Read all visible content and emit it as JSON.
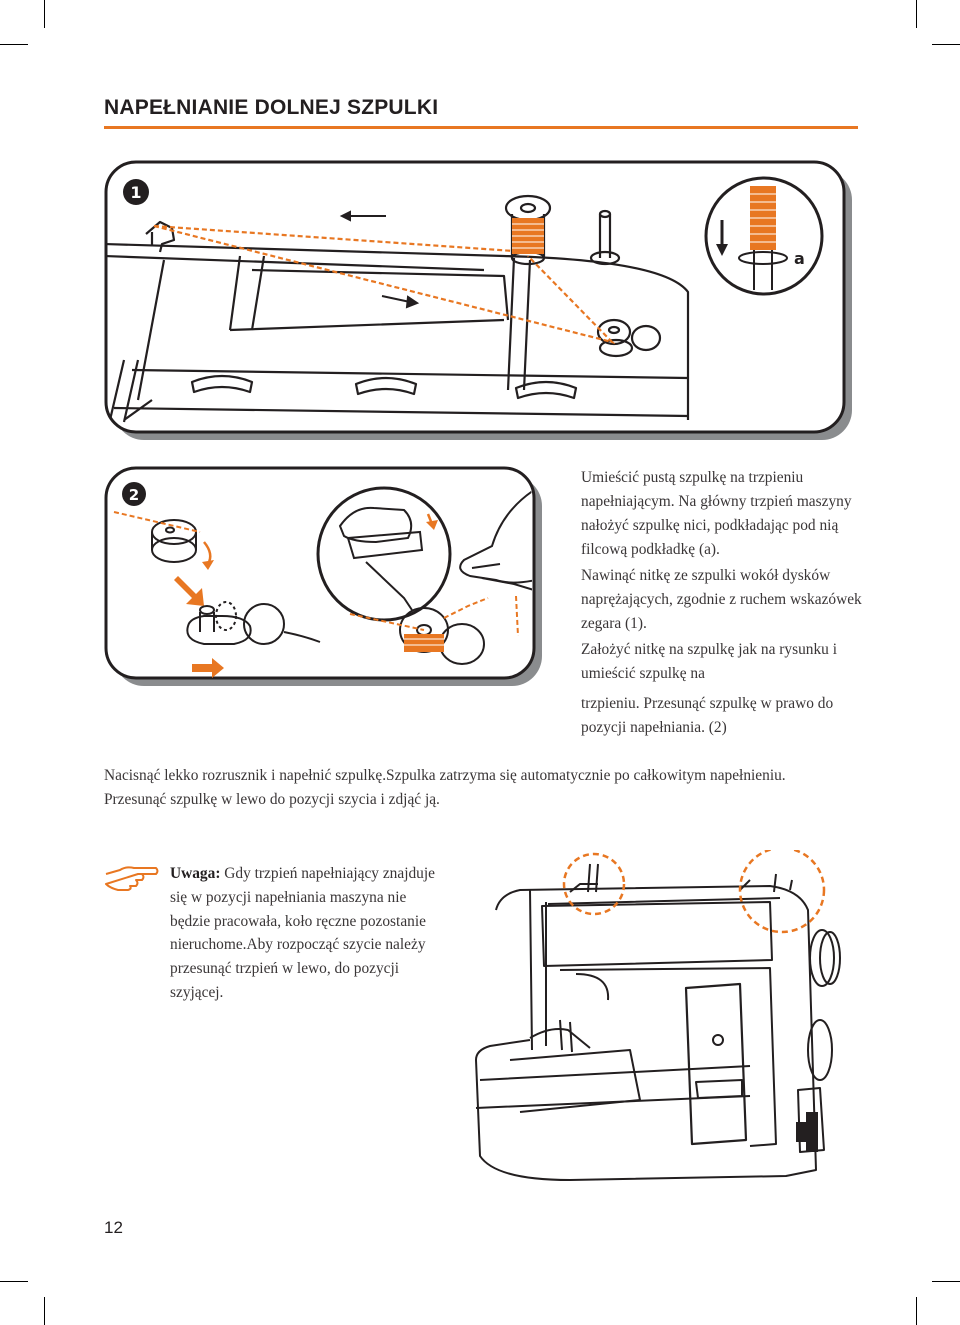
{
  "header": {
    "title": "NAPEŁNIANIE DOLNEJ SZPULKI"
  },
  "figure1": {
    "step": "1",
    "callout": "a"
  },
  "figure2": {
    "step": "2"
  },
  "instructions": {
    "p1": "Umieścić pustą szpulkę na trzpieniu napełniającym. Na główny trzpień maszyny nałożyć szpulkę nici, podkładając pod nią filcową podkładkę (a).",
    "p2": "Nawinąć nitkę ze szpulki wokół dysków naprężających, zgodnie z ruchem wskazówek zegara (1).",
    "p3a": "Założyć nitkę na szpulkę jak na rysunku i umieścić szpulkę na",
    "p3b": "trzpieniu. Przesunąć szpulkę w prawo do pozycji napełniania. (2)",
    "p4": "Nacisnąć lekko rozrusznik i napełnić szpulkę.Szpulka zatrzyma się automatycznie po całkowitym napełnieniu. Przesunąć szpulkę w lewo do pozycji szycia i zdjąć ją."
  },
  "note": {
    "label": "Uwaga:",
    "text": " Gdy trzpień napełniający znajduje się w pozycji napełniania maszyna nie będzie pracowała, koło ręczne pozostanie nieruchome.Aby rozpocząć szycie należy przesunąć trzpień w lewo, do pozycji szyjącej."
  },
  "footer": {
    "page_number": "12"
  },
  "colors": {
    "accent": "#e87722",
    "ink": "#231f20",
    "panel_shadow": "#8a8c8e"
  }
}
